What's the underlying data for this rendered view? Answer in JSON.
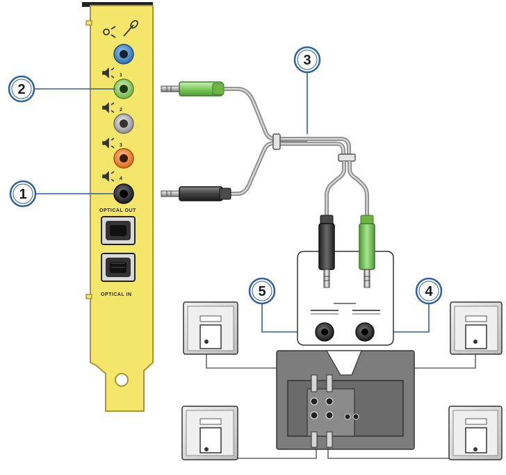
{
  "callouts": [
    "1",
    "2",
    "3",
    "4",
    "5"
  ],
  "card": {
    "optical_out_label": "OPTICAL OUT",
    "optical_in_label": "OPTICAL IN",
    "jack_numbers": [
      "1",
      "2",
      "3",
      "4"
    ]
  },
  "colors": {
    "card": "#f3e66b",
    "card_outline": "#a8962a",
    "jack_blue": "#3a7fc0",
    "jack_green": "#8fcf63",
    "jack_gray": "#b5b5b5",
    "jack_orange": "#e8822c",
    "jack_black": "#2a2a2a",
    "callout_ring": "#2e5f9e",
    "plug_green": "#8fd67a",
    "plug_black": "#3c3c3c",
    "cable": "#9a9a9a",
    "subwoofer": "#7d7d7d",
    "speaker": "#d8d8d8"
  }
}
